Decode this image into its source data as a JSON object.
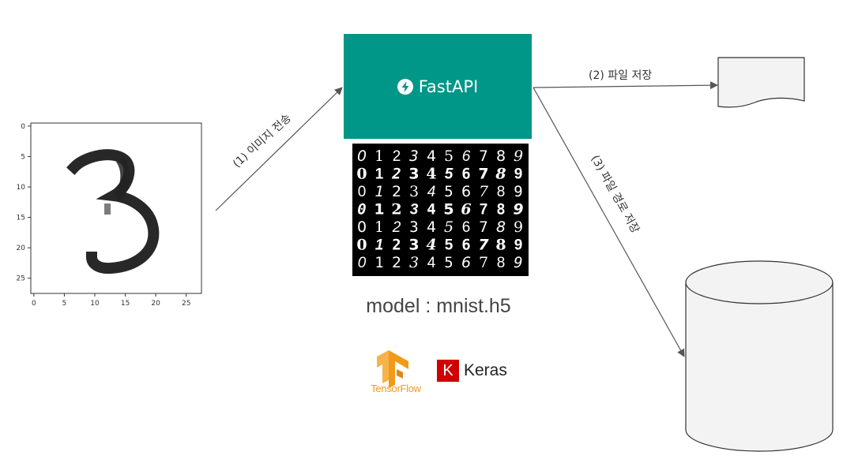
{
  "fastapi": {
    "label": "FastAPI"
  },
  "model": {
    "label": "model : mnist.h5"
  },
  "arrows": {
    "send_image": "(1) 이미지 전송",
    "save_file": "(2) 파일 저장",
    "save_path": "(3) 파일 경로 저장"
  },
  "plot": {
    "x_ticks": [
      "0",
      "5",
      "10",
      "15",
      "20",
      "25"
    ],
    "y_ticks": [
      "0",
      "5",
      "10",
      "15",
      "20",
      "25"
    ]
  },
  "mnist_digits": [
    "0",
    "1",
    "2",
    "3",
    "4",
    "5",
    "6",
    "7",
    "8",
    "9"
  ],
  "logos": {
    "tensorflow": "TensorFlow",
    "keras_badge": "K",
    "keras": "Keras"
  },
  "colors": {
    "fastapi_bg": "#009688",
    "arrow": "#555555",
    "tensorflow": "#f09b1a",
    "keras": "#d00000"
  }
}
